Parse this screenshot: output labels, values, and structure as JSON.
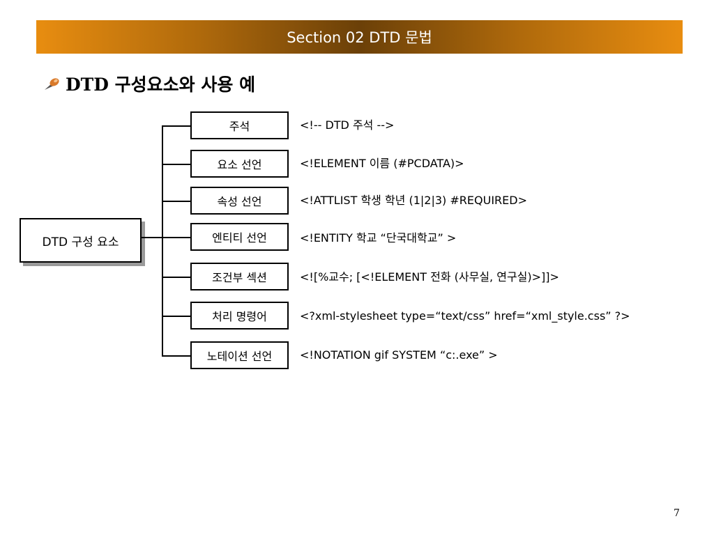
{
  "header": {
    "title": "Section 02 DTD 문법"
  },
  "heading": {
    "text": "DTD 구성요소와 사용 예",
    "icon": "pin-bullet-icon"
  },
  "diagram": {
    "root": "DTD 구성 요소",
    "items": [
      {
        "label": "주석",
        "example": "<!--  DTD 주석 -->"
      },
      {
        "label": "요소 선언",
        "example": "<!ELEMENT  이름  (#PCDATA)>"
      },
      {
        "label": "속성 선언",
        "example": "<!ATTLIST  학생 학년 (1|2|3) #REQUIRED>"
      },
      {
        "label": "엔티티 선언",
        "example": "<!ENTITY  학교  “단국대학교” >"
      },
      {
        "label": "조건부 섹션",
        "example": "<![%교수; [<!ELEMENT 전화 (사무실, 연구실)>]]>"
      },
      {
        "label": "처리 명령어",
        "example": "<?xml-stylesheet type=“text/css”    href=“xml_style.css” ?>"
      },
      {
        "label": "노테이션 선언",
        "example": "<!NOTATION  gif SYSTEM  “c:.exe” >"
      }
    ]
  },
  "page_number": "7",
  "colors": {
    "header_orange": "#e88d10",
    "header_brown": "#6b4008",
    "shadow": "#9a9a9a"
  }
}
